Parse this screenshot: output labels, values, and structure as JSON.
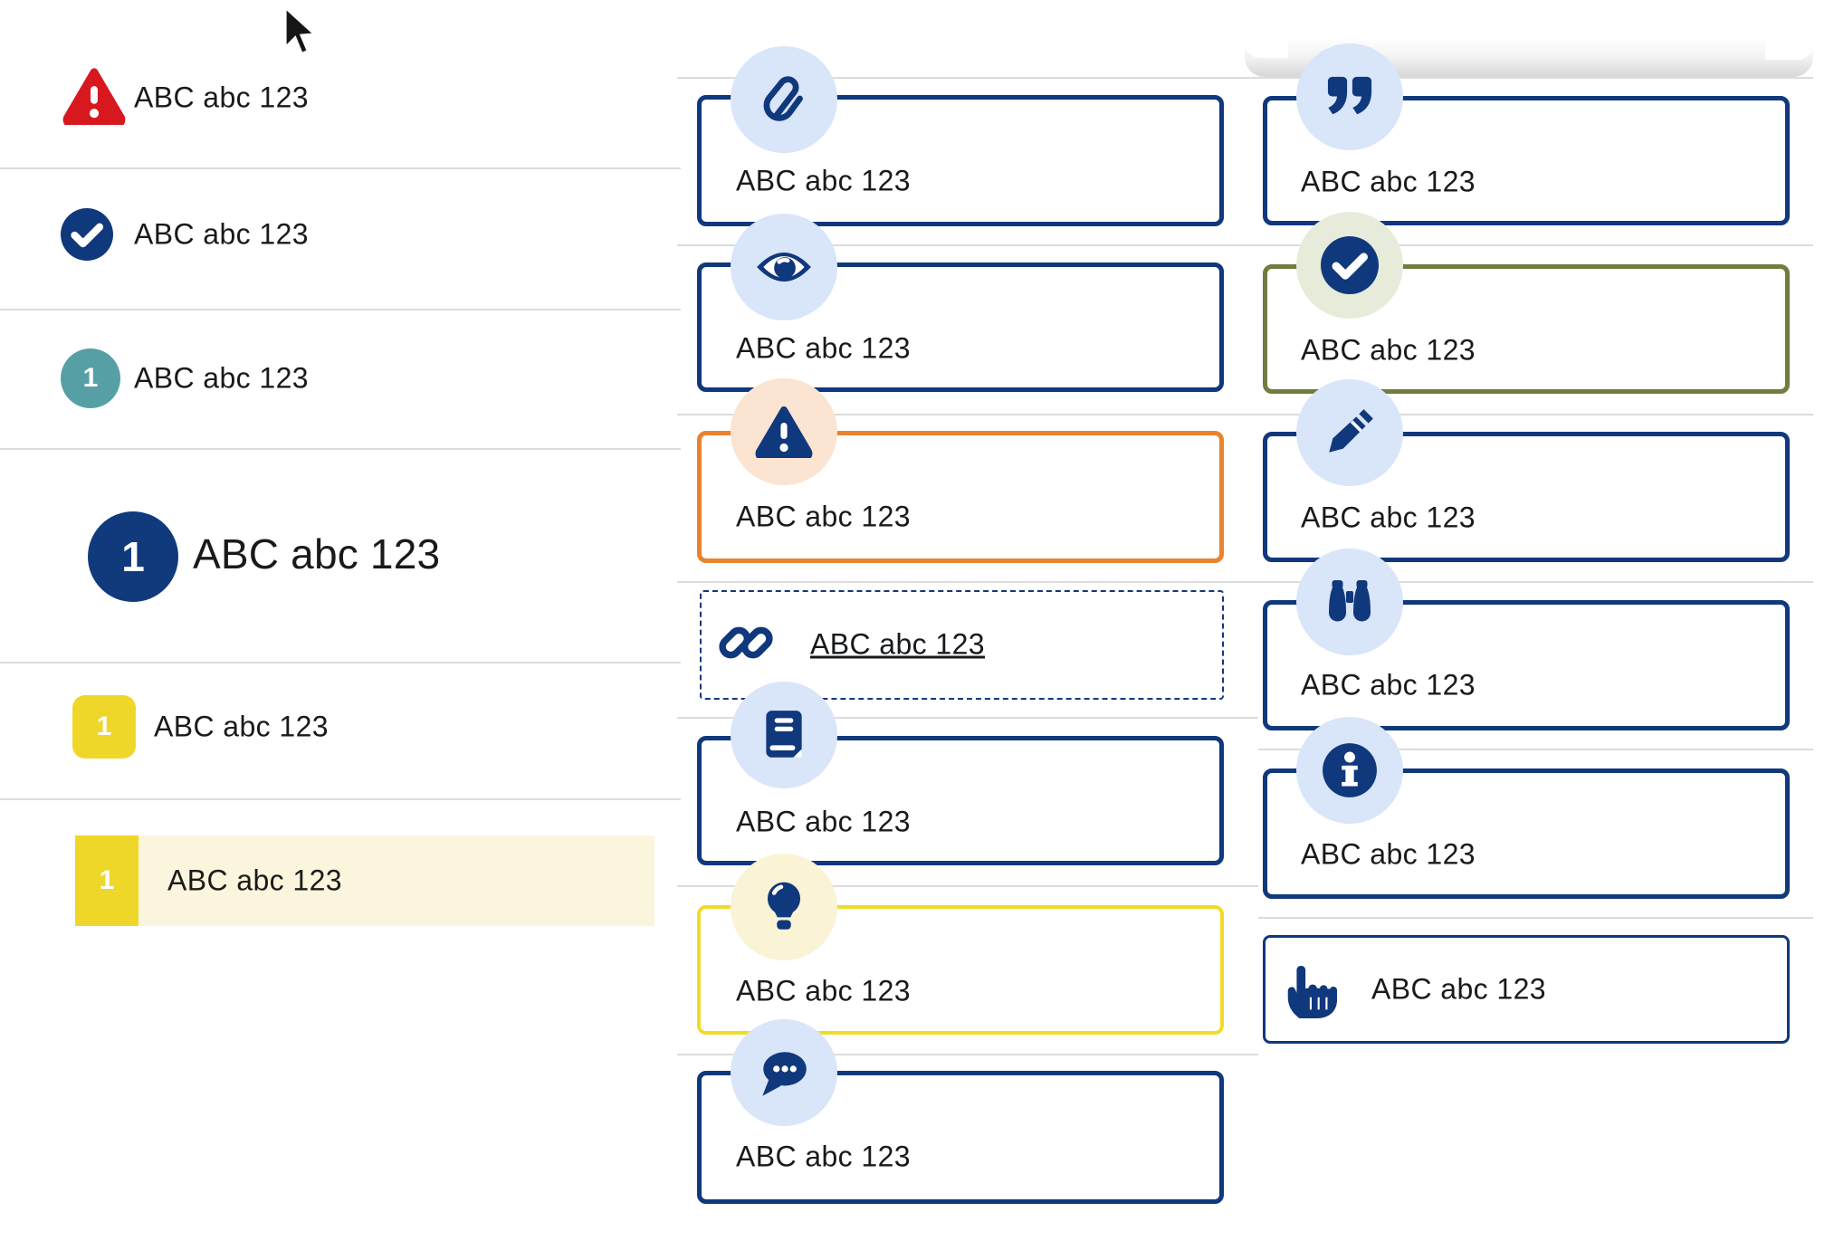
{
  "colors": {
    "navy": "#10387C",
    "light_blue_badge": "#D9E5F8",
    "red": "#D7191F",
    "teal": "#56A0A5",
    "yellow_square": "#EFD72A",
    "yellow_border": "#F0DC28",
    "pale_yellow_badge": "#FAF3D6",
    "orange_border": "#E8842F",
    "peach_badge": "#FBE4D1",
    "olive_border": "#6F7D3F",
    "pale_green_badge": "#E7ECDA",
    "row_highlight": "#FAF5DC",
    "divider_gray": "#DCDCDC",
    "text": "#1A1A1A"
  },
  "left_list": {
    "items": [
      {
        "icon": "alert-triangle-icon",
        "label": "ABC abc 123"
      },
      {
        "icon": "check-circle-icon",
        "label": "ABC abc 123"
      },
      {
        "icon": "numbered-badge-teal",
        "number": "1",
        "label": "ABC abc 123"
      },
      {
        "icon": "numbered-circle-navy-large",
        "number": "1",
        "label": "ABC abc 123"
      },
      {
        "icon": "numbered-square-yellow",
        "number": "1",
        "label": "ABC abc 123"
      },
      {
        "icon": "numbered-square-yellow-highlighted",
        "number": "1",
        "label": "ABC abc 123"
      }
    ]
  },
  "middle_callouts": {
    "items": [
      {
        "icon": "paperclip-icon",
        "variant": "navy",
        "label": "ABC abc 123"
      },
      {
        "icon": "eye-icon",
        "variant": "navy",
        "label": "ABC abc 123"
      },
      {
        "icon": "warning-triangle-icon",
        "variant": "orange",
        "label": "ABC abc 123"
      },
      {
        "icon": "link-icon",
        "variant": "dashed-link",
        "label": "ABC abc 123"
      },
      {
        "icon": "book-icon",
        "variant": "navy",
        "label": "ABC abc 123"
      },
      {
        "icon": "lightbulb-icon",
        "variant": "yellow",
        "label": "ABC abc 123"
      },
      {
        "icon": "chat-bubble-icon",
        "variant": "navy",
        "label": "ABC abc 123"
      }
    ]
  },
  "right_callouts": {
    "items": [
      {
        "icon": "quote-icon",
        "variant": "navy",
        "label": "ABC abc 123"
      },
      {
        "icon": "check-circle-icon",
        "variant": "olive",
        "label": "ABC abc 123"
      },
      {
        "icon": "pencil-icon",
        "variant": "navy",
        "label": "ABC abc 123"
      },
      {
        "icon": "binoculars-icon",
        "variant": "navy",
        "label": "ABC abc 123"
      },
      {
        "icon": "info-icon",
        "variant": "navy",
        "label": "ABC abc 123"
      },
      {
        "icon": "pointing-hand-icon",
        "variant": "navy-thin",
        "label": "ABC abc 123"
      }
    ]
  }
}
